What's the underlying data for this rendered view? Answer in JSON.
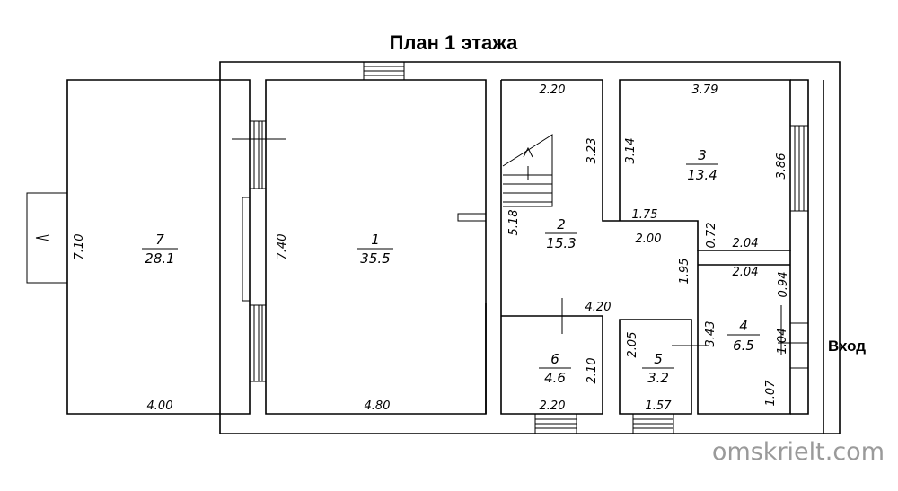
{
  "title": "План 1 этажа",
  "entry_label": "Вход",
  "watermark": "omskrielt.com",
  "rooms": [
    {
      "number": "7",
      "area": "28.1"
    },
    {
      "number": "1",
      "area": "35.5"
    },
    {
      "number": "2",
      "area": "15.3"
    },
    {
      "number": "3",
      "area": "13.4"
    },
    {
      "number": "4",
      "area": "6.5"
    },
    {
      "number": "5",
      "area": "3.2"
    },
    {
      "number": "6",
      "area": "4.6"
    }
  ],
  "dimensions": [
    "7.10",
    "4.00",
    "7.40",
    "4.80",
    "2.20",
    "3.23",
    "5.18",
    "1.75",
    "2.00",
    "1.95",
    "4.20",
    "3.79",
    "3.14",
    "3.86",
    "0.72",
    "2.04",
    "2.04",
    "0.94",
    "2.05",
    "3.43",
    "1.57",
    "2.10",
    "2.20",
    "1.04",
    "1.07"
  ]
}
